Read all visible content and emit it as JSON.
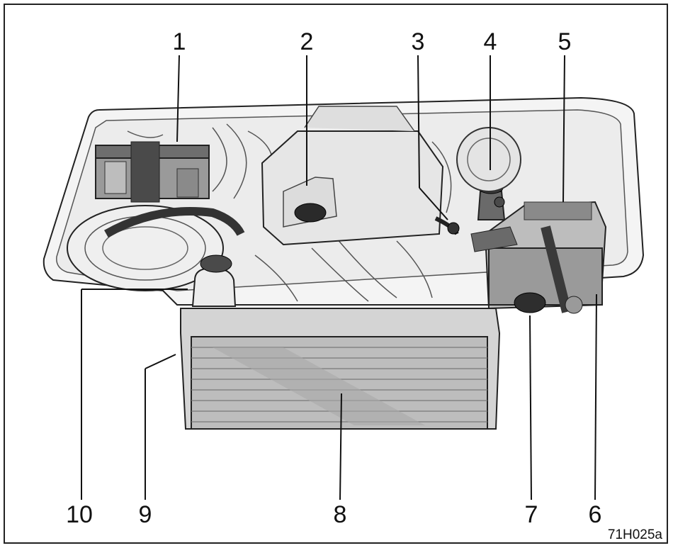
{
  "figure": {
    "callouts": [
      "1",
      "2",
      "3",
      "4",
      "5",
      "6",
      "7",
      "8",
      "9",
      "10"
    ],
    "figure_code": "71H025a"
  },
  "colors": {
    "frame": "#222222",
    "part_fill": "#d9d9d9",
    "part_dark": "#7a7a7a",
    "radiator_fill": "#bdbdbd",
    "background": "#ffffff"
  }
}
